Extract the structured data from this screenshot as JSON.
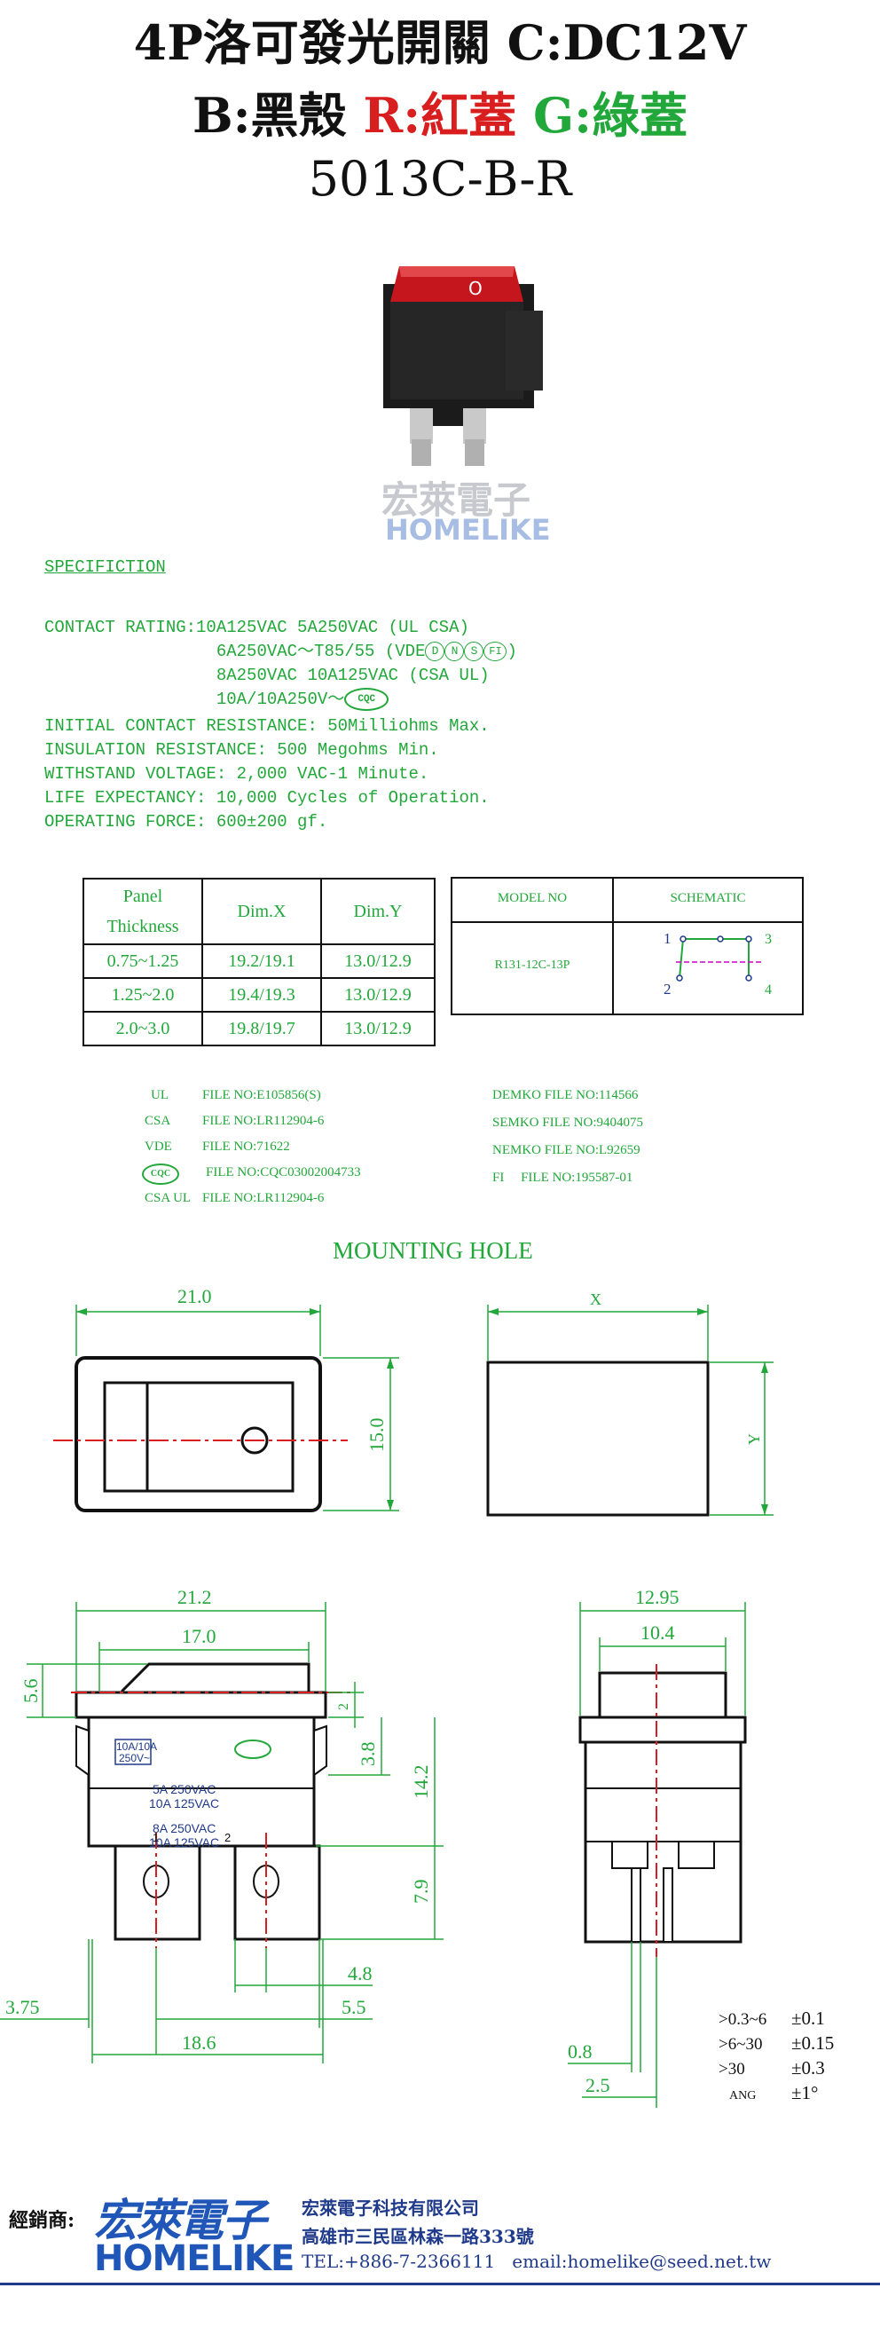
{
  "title": {
    "line1": "4P洛可發光開關 C:DC12V",
    "line2_b": "B:黑殼",
    "line2_r": "R:紅蓋",
    "line2_g": "G:綠蓋",
    "line3": "5013C-B-R"
  },
  "watermark": {
    "cn": "宏萊電子",
    "en": "HOMELIKE"
  },
  "spec": {
    "heading": "SPECIFICTION",
    "lines": [
      "CONTACT RATING:10A125VAC 5A250VAC (UL CSA)",
      "                 6A250VAC～T85/55 (VDE",
      "                 8A250VAC 10A125VAC (CSA UL)",
      "                 10A/10A250V～",
      "INITIAL CONTACT RESISTANCE: 50Milliohms Max.",
      "INSULATION RESISTANCE: 500 Megohms Min.",
      "WITHSTAND VOLTAGE: 2,000 VAC-1 Minute.",
      "LIFE EXPECTANCY: 10,000 Cycles of Operation.",
      "OPERATING FORCE: 600±200 gf."
    ],
    "vde_marks": [
      "D",
      "N",
      "S",
      "FI"
    ],
    "vde_close": ")",
    "cqc_mark": "CQC"
  },
  "dim_table": {
    "headers": [
      "Panel Thickness",
      "Dim.X",
      "Dim.Y"
    ],
    "rows": [
      [
        "0.75~1.25",
        "19.2/19.1",
        "13.0/12.9"
      ],
      [
        "1.25~2.0",
        "19.4/19.3",
        "13.0/12.9"
      ],
      [
        "2.0~3.0",
        "19.8/19.7",
        "13.0/12.9"
      ]
    ]
  },
  "model_table": {
    "headers": [
      "MODEL NO",
      "SCHEMATIC"
    ],
    "model": "R131-12C-13P",
    "pins": [
      "1",
      "3",
      "2",
      "4"
    ]
  },
  "files_left": [
    {
      "label": "UL",
      "value": "FILE NO:E105856(S)"
    },
    {
      "label": "CSA",
      "value": "FILE NO:LR112904-6"
    },
    {
      "label": "VDE",
      "value": "FILE NO:71622"
    },
    {
      "label": "CQC",
      "value": "FILE NO:CQC03002004733"
    },
    {
      "label": "CSA UL",
      "value": "FILE NO:LR112904-6"
    }
  ],
  "files_right": [
    "DEMKO FILE NO:114566",
    "SEMKO FILE NO:9404075",
    "NEMKO FILE NO:L92659",
    "FI     FILE NO:195587-01"
  ],
  "mounting": {
    "title": "MOUNTING HOLE",
    "front_w": "21.0",
    "front_h": "15.0",
    "hole_x": "X",
    "hole_y": "Y"
  },
  "side_dims": {
    "w212": "21.2",
    "w170": "17.0",
    "h56": "5.6",
    "h2": "2",
    "h38": "3.8",
    "h142": "14.2",
    "h79": "7.9",
    "w48": "4.8",
    "w375": "3.75",
    "w55": "5.5",
    "w186": "18.6",
    "pin1": "1",
    "pin2": "2",
    "body_text": [
      "10A/10A",
      "250V~",
      "5A   250VAC",
      "10A   125VAC",
      "8A   250VAC",
      "10A   125VAC"
    ]
  },
  "end_dims": {
    "w1295": "12.95",
    "w104": "10.4",
    "w08": "0.8",
    "w25": "2.5"
  },
  "tolerance": [
    {
      "range": ">0.3~6",
      "tol": "±0.1"
    },
    {
      "range": ">6~30",
      "tol": "±0.15"
    },
    {
      "range": ">30",
      "tol": "±0.3"
    },
    {
      "range": "ANG",
      "tol": "±1°"
    }
  ],
  "footer": {
    "dealer": "經銷商:",
    "logo_cn": "宏萊電子",
    "logo_en": "HOMELIKE",
    "company": "宏萊電子科技有限公司",
    "address": "高雄市三民區林森一路333號",
    "contact": "TEL:+886-7-2366111   email:homelike@seed.net.tw"
  },
  "colors": {
    "green": "#22a83a",
    "red": "#d81e1e",
    "blue": "#1f3a8a",
    "magenta": "#cc00cc"
  }
}
